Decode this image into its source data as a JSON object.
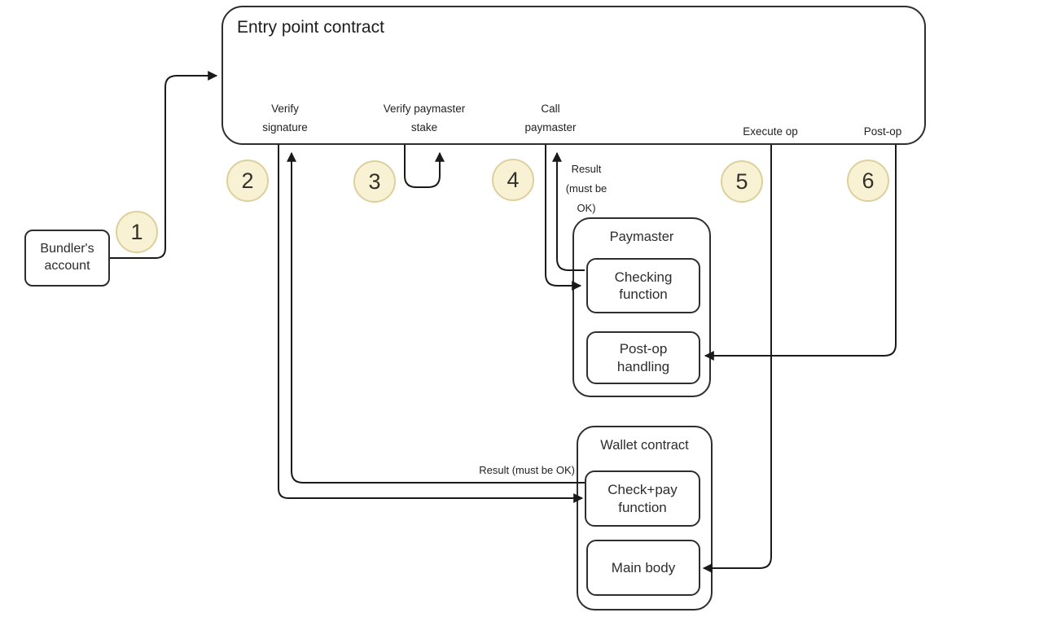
{
  "entry": {
    "title": "Entry point contract",
    "ops": [
      {
        "line1": "Verify",
        "line2": "signature"
      },
      {
        "line1": "Verify paymaster",
        "line2": "stake"
      },
      {
        "line1": "Call",
        "line2": "paymaster"
      },
      {
        "line1": "Execute op",
        "line2": ""
      },
      {
        "line1": "Post-op",
        "line2": ""
      }
    ]
  },
  "bundler": {
    "line1": "Bundler's",
    "line2": "account"
  },
  "steps": [
    "1",
    "2",
    "3",
    "4",
    "5",
    "6"
  ],
  "paymaster": {
    "title": "Paymaster",
    "children": [
      {
        "line1": "Checking",
        "line2": "function"
      },
      {
        "line1": "Post-op",
        "line2": "handling"
      }
    ]
  },
  "wallet": {
    "title": "Wallet contract",
    "children": [
      {
        "line1": "Check+pay",
        "line2": "function"
      },
      {
        "line1": "Main body",
        "line2": ""
      }
    ]
  },
  "annotations": {
    "result_paymaster": {
      "line1": "Result",
      "line2": "(must be",
      "line3": "OK)"
    },
    "result_wallet": "Result (must be OK)"
  },
  "colors": {
    "background": "#ffffff",
    "box_border": "#2e2e2e",
    "line": "#1a1a1a",
    "step_fill": "#f8f1d4",
    "step_border": "#dcd09c",
    "text": "#222222"
  }
}
